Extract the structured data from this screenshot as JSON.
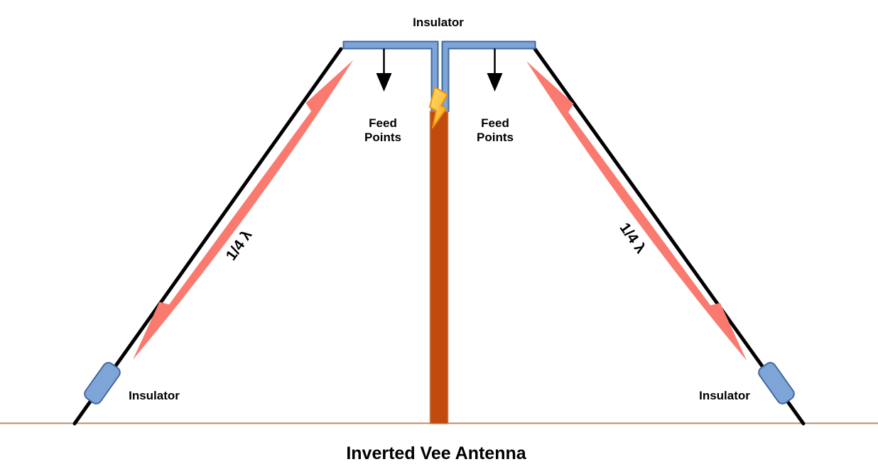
{
  "title": "Inverted Vee Antenna",
  "labels": {
    "top_insulator": "Insulator",
    "feed_points_line1": "Feed",
    "feed_points_line2": "Points",
    "quarter_wave_left": "1/4 λ",
    "quarter_wave_right": "1/4 λ",
    "insulator_left": "Insulator",
    "insulator_right": "Insulator"
  },
  "colors": {
    "background": "#FFFFFF",
    "wire": "#000000",
    "feed_arrow": "#000000",
    "text": "#000000",
    "insulator_fill": "#7DA5D8",
    "insulator_stroke": "#44689E",
    "mast_fill": "#C14A0C",
    "mast_stroke": "#C97B4F",
    "current_arrow": "#FA7A70",
    "ground": "#BE8C68",
    "bolt_yellow": "#FFE36B",
    "bolt_orange": "#FFA01C",
    "bolt_stroke": "#E8930C"
  }
}
